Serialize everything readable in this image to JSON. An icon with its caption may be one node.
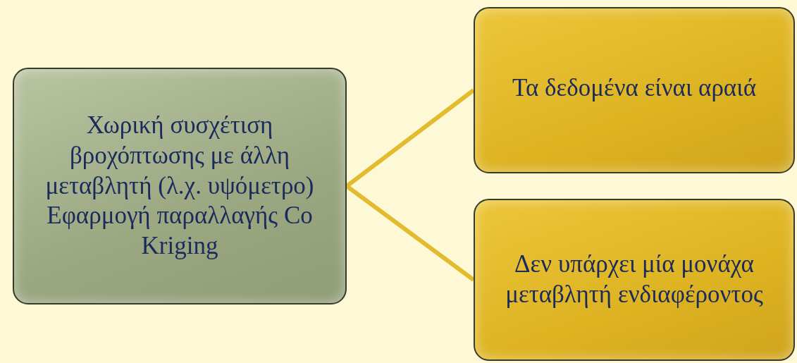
{
  "diagram": {
    "nodes": [
      {
        "text": [
          "Χωρική συσχέτιση βροχόπτωσης με άλλη μεταβλητή (λ.χ. υψόμετρο)",
          "Εφαρμογή παραλλαγής Co Kriging"
        ]
      },
      {
        "text": [
          "Τα δεδομένα είναι αραιά"
        ]
      },
      {
        "text": [
          "Δεν υπάρχει μία μονάχα μεταβλητή ενδιαφέροντος"
        ]
      }
    ],
    "edges": [
      {
        "from": 0,
        "to": 1,
        "arrow": "none"
      },
      {
        "from": 0,
        "to": 2,
        "arrow": "none"
      }
    ]
  }
}
